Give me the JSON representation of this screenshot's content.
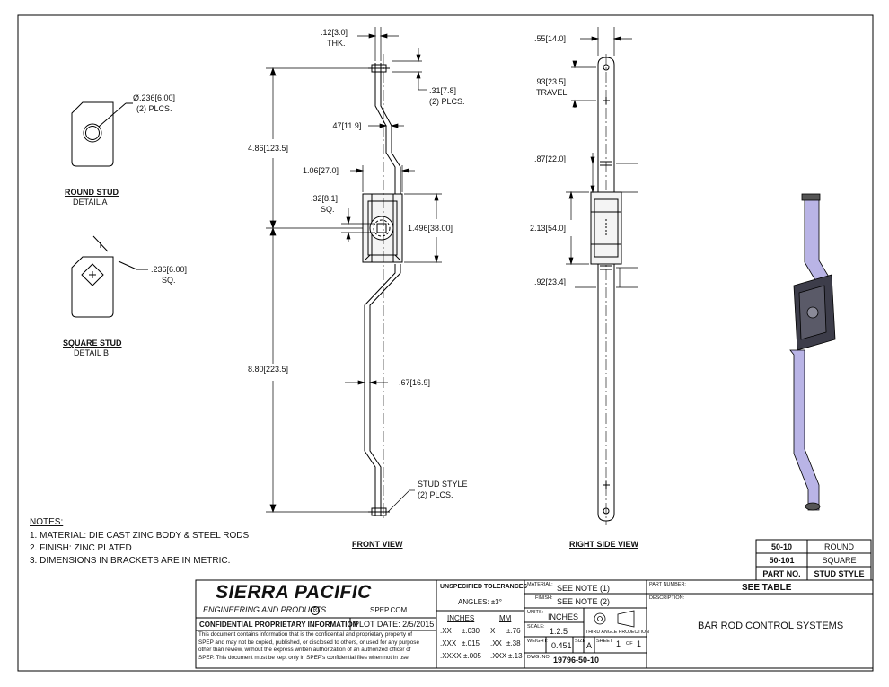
{
  "drawing": {
    "dimensions": {
      "thk": ".12[3.0]",
      "thk_label": "THK.",
      "offset_top": ".31[7.8]",
      "offset_top_note": "(2) PLCS.",
      "upper_offset": ".47[11.9]",
      "upper_length": "4.86[123.5]",
      "lower_length": "8.80[223.5]",
      "body_width": "1.06[27.0]",
      "square_size": ".32[8.1]",
      "square_label": "SQ.",
      "body_height": "1.496[38.00]",
      "lower_offset": ".67[16.9]",
      "stud_style": "STUD STYLE",
      "stud_style_note": "(2) PLCS.",
      "side_width": ".55[14.0]",
      "travel": ".93[23.5]",
      "travel_label": "TRAVEL",
      "side_upper_gap": ".87[22.0]",
      "side_body": "2.13[54.0]",
      "side_lower_gap": ".92[23.4]"
    },
    "details": {
      "round_dim": "Ø.236[6.00]",
      "round_note": "(2) PLCS.",
      "round_title": "ROUND STUD",
      "round_sub": "DETAIL A",
      "square_dim": ".236[6.00]",
      "square_note": "SQ.",
      "square_title": "SQUARE STUD",
      "square_sub": "DETAIL B"
    },
    "views": {
      "front": "FRONT VIEW",
      "side": "RIGHT SIDE VIEW"
    },
    "notes": {
      "title": "NOTES:",
      "items": [
        "1.   MATERIAL: DIE CAST ZINC BODY & STEEL RODS",
        "2.   FINISH: ZINC PLATED",
        "3.   DIMENSIONS IN BRACKETS ARE IN METRIC."
      ]
    },
    "part_table": {
      "rows": [
        {
          "part": "50-10",
          "style": "ROUND"
        },
        {
          "part": "50-101",
          "style": "SQUARE"
        }
      ],
      "header_part": "PART NO.",
      "header_style": "STUD STYLE"
    }
  },
  "title_block": {
    "company": "SIERRA PACIFIC",
    "company_sub": "ENGINEERING AND PRODUCTS",
    "registered": "R",
    "website": "SPEP.COM",
    "confidential_title": "CONFIDENTIAL PROPRIETARY INFORMATION",
    "plot_date": "PLOT DATE:  2/5/2015",
    "confidential_text": [
      "This document contains information that is the confidential and proprietary property of",
      "SPEP and may not be copied, published, or disclosed to others, or used for any purpose",
      "other than review, without the express written authorization of an authorized officer of",
      "SPEP. This document must be kept only in SPEP's confidential files when not in use."
    ],
    "tolerances": {
      "title": "UNSPECIFIED TOLERANCES",
      "angles": "ANGLES:  ±3°",
      "inches": "INCHES",
      "mm": "MM",
      "rows": [
        {
          "in_fmt": ".XX",
          "in_tol": "±.030",
          "mm_fmt": "X",
          "mm_tol": "±.76"
        },
        {
          "in_fmt": ".XXX",
          "in_tol": "±.015",
          "mm_fmt": ".XX",
          "mm_tol": "±.38"
        },
        {
          "in_fmt": ".XXXX",
          "in_tol": "±.005",
          "mm_fmt": ".XXX",
          "mm_tol": "±.13"
        }
      ]
    },
    "material_label": "MATERIAL:",
    "material_value": "SEE NOTE (1)",
    "finish_label": "FINISH:",
    "finish_value": "SEE NOTE (2)",
    "units_label": "UNITS:",
    "units_value": "INCHES",
    "scale_label": "SCALE:",
    "scale_value": "1:2.5",
    "projection": "THIRD ANGLE PROJECTION",
    "weight_label": "WEIGHT:",
    "weight_value": "0.451",
    "size_label": "SIZE",
    "size_value": "A",
    "sheet_label": "SHEET",
    "sheet_num": "1",
    "sheet_of": "OF",
    "sheet_total": "1",
    "dwg_label": "DWG. NO.",
    "dwg_value": "19796-50-10",
    "part_number_label": "PART NUMBER:",
    "part_number_value": "SEE TABLE",
    "description_label": "DESCRIPTION:",
    "description_value": "BAR ROD CONTROL SYSTEMS"
  }
}
